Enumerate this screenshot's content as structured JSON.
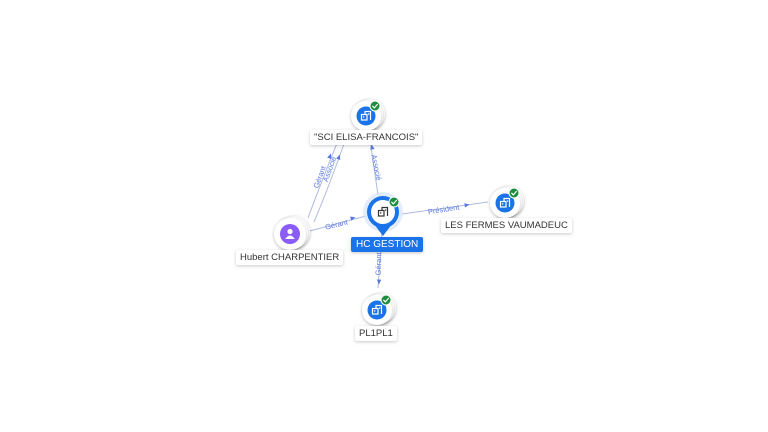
{
  "nodes": {
    "hc_gestion": {
      "label": "HC GESTION",
      "type": "company",
      "verified": true,
      "main": true
    },
    "sci_elisa": {
      "label": "\"SCI ELISA-FRANCOIS\"",
      "type": "company",
      "verified": true
    },
    "les_fermes": {
      "label": "LES FERMES VAUMADEUC",
      "type": "company",
      "verified": true
    },
    "pl1pl1": {
      "label": "PL1PL1",
      "type": "company",
      "verified": true
    },
    "hubert": {
      "label": "Hubert CHARPENTIER",
      "type": "person"
    }
  },
  "edges": [
    {
      "id": "hubert-hc",
      "from": "hubert",
      "to": "hc_gestion",
      "label": "Gérant"
    },
    {
      "id": "hubert-sci-gerant",
      "from": "hubert",
      "to": "sci_elisa",
      "label": "Gérant"
    },
    {
      "id": "hubert-sci-associe",
      "from": "hubert",
      "to": "sci_elisa",
      "label": "Associé"
    },
    {
      "id": "hc-sci",
      "from": "hc_gestion",
      "to": "sci_elisa",
      "label": "Associé"
    },
    {
      "id": "hc-fermes",
      "from": "hc_gestion",
      "to": "les_fermes",
      "label": "Président"
    },
    {
      "id": "hc-pl1",
      "from": "hc_gestion",
      "to": "pl1pl1",
      "label": "Gérant"
    }
  ],
  "colors": {
    "company": "#1a73e8",
    "person": "#8b5cf6",
    "verified": "#1e8e3e",
    "edge": "#aebbe0",
    "edge_label": "#5b78e0"
  },
  "icons": {
    "company": "building-icon",
    "person": "person-icon",
    "verified": "check-badge-icon"
  }
}
